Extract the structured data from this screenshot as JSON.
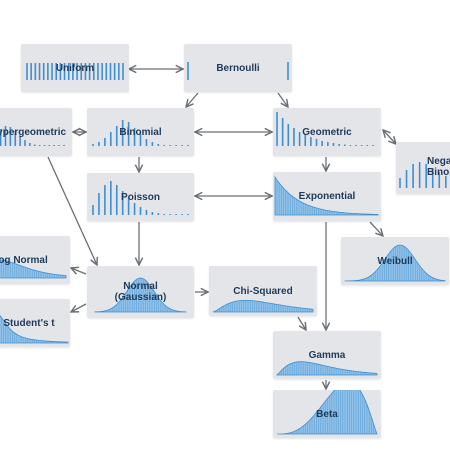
{
  "diagram": {
    "nodes": [
      {
        "id": "uniform",
        "label": "Uniform",
        "viz": "uniform"
      },
      {
        "id": "bernoulli",
        "label": "Bernoulli",
        "viz": "bernoulli"
      },
      {
        "id": "hypergeometric",
        "label": "Hypergeometric",
        "viz": "hypergeo"
      },
      {
        "id": "binomial",
        "label": "Binomial",
        "viz": "binomial"
      },
      {
        "id": "geometric",
        "label": "Geometric",
        "viz": "geometric"
      },
      {
        "id": "negative-binomial",
        "label": "Negative Binomial",
        "viz": "negbin"
      },
      {
        "id": "poisson",
        "label": "Poisson",
        "viz": "poisson"
      },
      {
        "id": "exponential",
        "label": "Exponential",
        "viz": "exponential"
      },
      {
        "id": "log-normal",
        "label": "Log Normal",
        "viz": "lognormal"
      },
      {
        "id": "weibull",
        "label": "Weibull",
        "viz": "weibull"
      },
      {
        "id": "normal",
        "label": "Normal\n(Gaussian)",
        "viz": "normal"
      },
      {
        "id": "chi-squared",
        "label": "Chi-Squared",
        "viz": "chisq"
      },
      {
        "id": "students-t",
        "label": "Student's t",
        "viz": "studentt"
      },
      {
        "id": "gamma",
        "label": "Gamma",
        "viz": "gamma"
      },
      {
        "id": "beta",
        "label": "Beta",
        "viz": "beta"
      }
    ],
    "edges": [
      {
        "from": "uniform",
        "to": "bernoulli",
        "bidirectional": true
      },
      {
        "from": "bernoulli",
        "to": "binomial",
        "bidirectional": false
      },
      {
        "from": "bernoulli",
        "to": "geometric",
        "bidirectional": false
      },
      {
        "from": "hypergeometric",
        "to": "binomial",
        "bidirectional": true
      },
      {
        "from": "binomial",
        "to": "geometric",
        "bidirectional": true
      },
      {
        "from": "geometric",
        "to": "negative-binomial",
        "bidirectional": true
      },
      {
        "from": "binomial",
        "to": "poisson",
        "bidirectional": false
      },
      {
        "from": "geometric",
        "to": "exponential",
        "bidirectional": false
      },
      {
        "from": "poisson",
        "to": "exponential",
        "bidirectional": true
      },
      {
        "from": "hypergeometric",
        "to": "normal",
        "bidirectional": false
      },
      {
        "from": "poisson",
        "to": "normal",
        "bidirectional": false
      },
      {
        "from": "normal",
        "to": "log-normal",
        "bidirectional": false
      },
      {
        "from": "normal",
        "to": "students-t",
        "bidirectional": false
      },
      {
        "from": "normal",
        "to": "chi-squared",
        "bidirectional": false
      },
      {
        "from": "exponential",
        "to": "weibull",
        "bidirectional": false
      },
      {
        "from": "exponential",
        "to": "gamma",
        "bidirectional": false
      },
      {
        "from": "chi-squared",
        "to": "gamma",
        "bidirectional": false
      },
      {
        "from": "gamma",
        "to": "beta",
        "bidirectional": false
      }
    ]
  },
  "colors": {
    "card": "#e3e5e8",
    "bar": "#3f8fd0",
    "fill": "#8fc0e8",
    "label": "#1f3a5a",
    "arrow": "#6b6f75"
  }
}
